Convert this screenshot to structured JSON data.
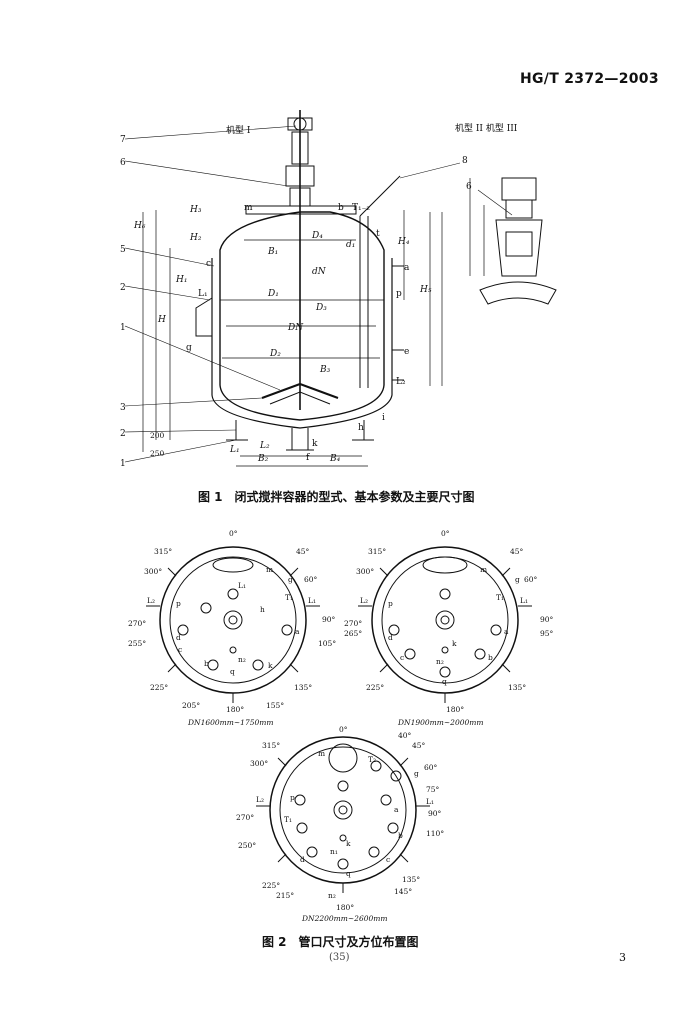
{
  "header": {
    "standard_no": "HG/T 2372—2003"
  },
  "figure1": {
    "caption": "图 1　闭式搅拌容器的型式、基本参数及主要尺寸图",
    "drive_label_left": "机型 I",
    "drive_label_right": "机型 II 机型 III",
    "callouts": [
      "7",
      "6",
      "5",
      "2",
      "1",
      "3",
      "2",
      "1",
      "8",
      "6"
    ],
    "dimension_labels": {
      "H": "H",
      "H1": "H₁",
      "H2": "H₂",
      "H3": "H₃",
      "H4": "H₄",
      "H5": "H₅",
      "H6": "H₆",
      "D1": "D₁",
      "D2": "D₂",
      "D3": "D₃",
      "D4": "D₄",
      "DN": "DN",
      "dN": "dN",
      "B1": "B₁",
      "B2": "B₂",
      "B3": "B₃",
      "B4": "B₄",
      "d1": "d₁",
      "L1": "L₁",
      "L2": "L₂",
      "dim_200": "200",
      "dim_250": "250"
    },
    "nozzle_labels": [
      "m",
      "b",
      "T₁₋₂",
      "c",
      "L₁",
      "g",
      "a",
      "e",
      "k",
      "f",
      "h",
      "p",
      "L₂",
      "i",
      "t"
    ]
  },
  "figure2": {
    "caption": "图 2　管口尺寸及方位布置图",
    "views": [
      {
        "subtitle": "DN1600mm~1750mm",
        "angles": [
          "0°",
          "315°",
          "45°",
          "300°",
          "60°",
          "270°",
          "90°",
          "255°",
          "105°",
          "225°",
          "135°",
          "205°",
          "180°",
          "155°"
        ],
        "labels": [
          "m",
          "g",
          "T₁",
          "L₂",
          "L₁",
          "p",
          "L₁",
          "h",
          "d",
          "a",
          "c",
          "b",
          "n₂",
          "k",
          "q"
        ]
      },
      {
        "subtitle": "DN1900mm~2000mm",
        "angles": [
          "0°",
          "315°",
          "45°",
          "300°",
          "60°",
          "270°",
          "90°",
          "265°",
          "95°",
          "225°",
          "135°",
          "180°"
        ],
        "labels": [
          "m",
          "g",
          "T₁",
          "L₂",
          "L₁",
          "p",
          "d",
          "a",
          "b",
          "c",
          "n₂",
          "k",
          "q"
        ]
      },
      {
        "subtitle": "DN2200mm~2600mm",
        "angles": [
          "0°",
          "40°",
          "315°",
          "45°",
          "300°",
          "60°",
          "75°",
          "270°",
          "90°",
          "250°",
          "110°",
          "225°",
          "135°",
          "215°",
          "145°",
          "180°"
        ],
        "labels": [
          "m",
          "T₂",
          "g",
          "L₂",
          "L₁",
          "p",
          "T₁",
          "a",
          "b",
          "c",
          "d",
          "n₂",
          "n₁",
          "q",
          "k"
        ]
      }
    ]
  },
  "footer": {
    "bracket_number": "(35)",
    "page_number": "3"
  }
}
